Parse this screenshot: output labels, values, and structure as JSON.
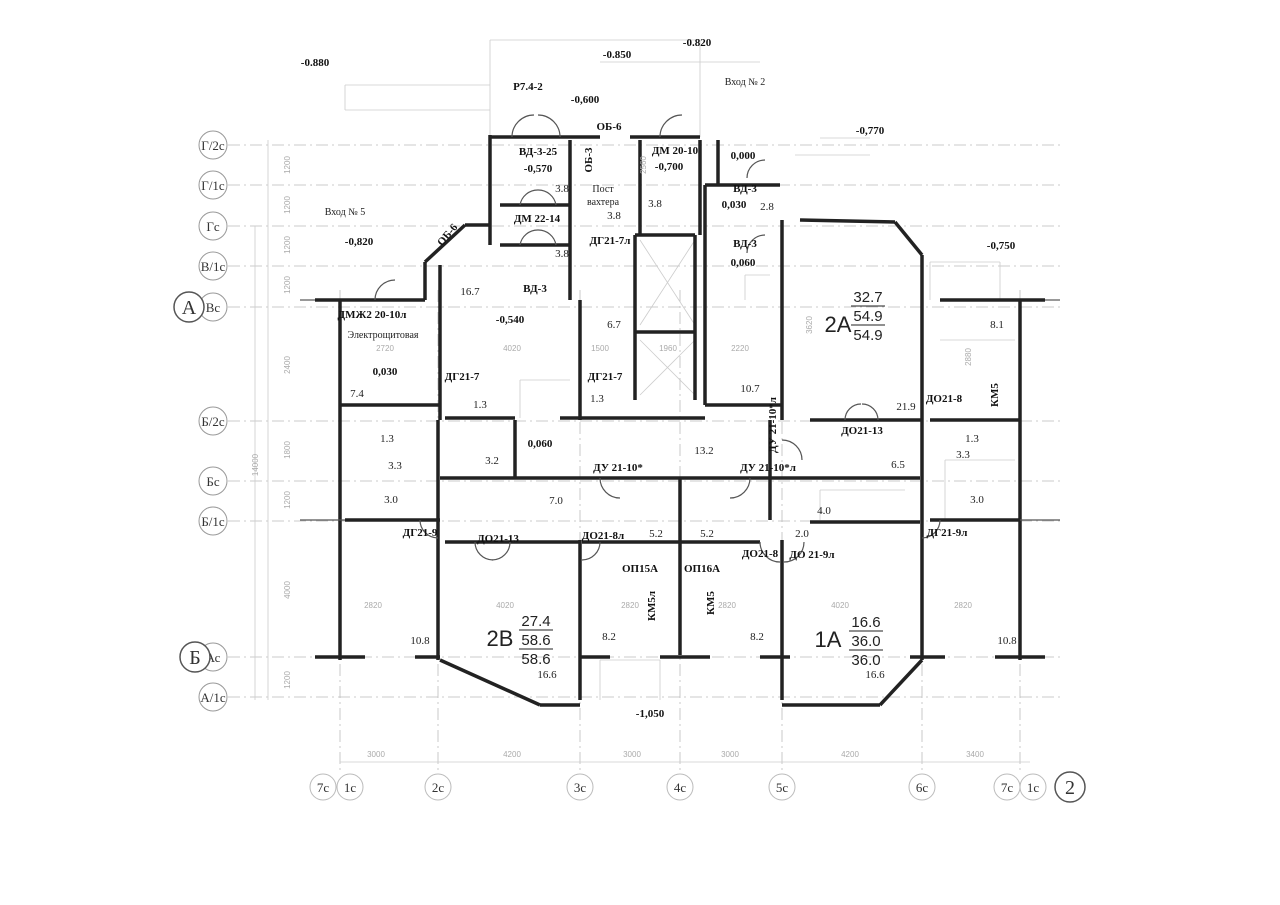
{
  "grid_rows": [
    "Г/2с",
    "Г/1с",
    "Гс",
    "В/1с",
    "Вс",
    "Б/2с",
    "Бс",
    "Б/1с",
    "Ас",
    "А/1с"
  ],
  "grid_cols": [
    "7с",
    "1с",
    "2с",
    "3с",
    "4с",
    "5с",
    "6с",
    "7с",
    "1с"
  ],
  "axis_markers": [
    "А",
    "Б",
    "2"
  ],
  "elevations": [
    "-0.880",
    "-0.850",
    "-0.820",
    "-0,600",
    "-0,570",
    "-0,700",
    "0,000",
    "0,030",
    "0,060",
    "-0,770",
    "-0,820",
    "-0,540",
    "0,030",
    "0,060",
    "-0,750",
    "-1,050"
  ],
  "entrances": [
    "Вход № 2",
    "Вход № 5"
  ],
  "marks": [
    "Р7.4-2",
    "ОБ-6",
    "ВД-3-25",
    "ОБ-3",
    "ДМ 20-10",
    "ВД-3",
    "ДМ 22-14",
    "ДГ21-7л",
    "ВД-3",
    "ВД-3",
    "ОБ-6",
    "ДМЖ2 20-10л",
    "ДГ21-7",
    "ДГ21-7",
    "ДУ 21-10*",
    "ДУ 21-10*л",
    "ДУ 21-10*л",
    "ДО21-13",
    "ДО21-8л",
    "ДГ21-9",
    "ОП15А",
    "ОП16А",
    "КМ5л",
    "КМ5",
    "ДО21-8",
    "ДО 21-9л",
    "ДО21-13",
    "ДО21-8",
    "КМ5",
    "ДГ21-9л"
  ],
  "room_names": [
    "Пост",
    "вахтера",
    "Электрощитовая"
  ],
  "areas": [
    "3.8",
    "3.8",
    "3.8",
    "3.8",
    "2.8",
    "16.7",
    "6.7",
    "7.4",
    "1.3",
    "1.3",
    "10.7",
    "13.2",
    "21.9",
    "8.1",
    "1.3",
    "3.3",
    "3.2",
    "3.0",
    "7.0",
    "5.2",
    "5.2",
    "2.0",
    "4.0",
    "6.5",
    "1.3",
    "3.3",
    "3.0",
    "10.8",
    "8.2",
    "8.2",
    "16.6",
    "16.6",
    "10.8"
  ],
  "apartments": [
    {
      "type": "2А",
      "living": "32.7",
      "total": "54.9",
      "total_alt": "54.9"
    },
    {
      "type": "2В",
      "living": "27.4",
      "total": "58.6",
      "total_alt": "58.6"
    },
    {
      "type": "1А",
      "living": "16.6",
      "total": "36.0",
      "total_alt": "36.0"
    }
  ],
  "dimensions": [
    "2720",
    "4020",
    "1500",
    "1960",
    "2220",
    "2560",
    "2820",
    "4020",
    "2820",
    "2820",
    "4020",
    "2820",
    "2880",
    "3620",
    "1200",
    "1200",
    "1200",
    "1200",
    "2400",
    "1800",
    "1200",
    "4000",
    "1200",
    "14000",
    "3000",
    "4200",
    "3000",
    "3000",
    "4200",
    "3400"
  ]
}
